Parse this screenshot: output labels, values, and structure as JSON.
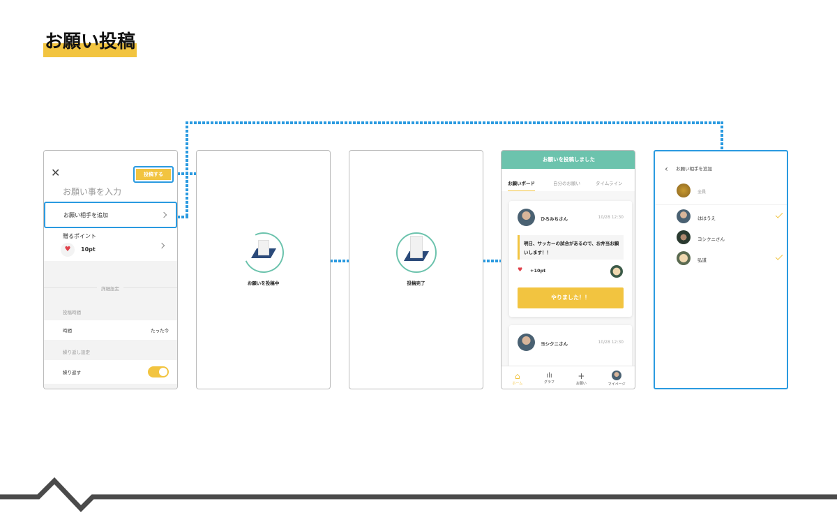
{
  "page_title": "お願い投稿",
  "colors": {
    "accent": "#f2c440",
    "highlight": "#2a9ae0",
    "teal": "#6cc3ad"
  },
  "screen1": {
    "post_button": "投稿する",
    "placeholder": "お願い事を入力",
    "add_partner": "お願い相手を追加",
    "points_label": "贈るポイント",
    "points_value": "10pt",
    "details_header": "詳細設定",
    "post_time_header": "投稿時間",
    "time_label": "時間",
    "time_value": "たった今",
    "repeat_header": "繰り返し設定",
    "repeat_label": "繰り返す",
    "repeat_on": true
  },
  "screen2": {
    "status": "お願いを投稿中"
  },
  "screen3": {
    "status": "投稿完了"
  },
  "screen4": {
    "banner": "お願いを投稿しました",
    "tabs": [
      "お願いボード",
      "自分のお願い",
      "タイムライン"
    ],
    "cards": [
      {
        "name": "ひろみちさん",
        "time": "10/28 12:30",
        "message": "明日、サッカーの試合があるので、お弁当お願いします！！",
        "points": "+10pt",
        "action": "やりました！！"
      },
      {
        "name": "ヨシクニさん",
        "time": "10/28 12:30"
      }
    ],
    "nav": [
      "ホーム",
      "グラフ",
      "お願い",
      "マイページ"
    ]
  },
  "screen5": {
    "title": "お願い相手を追加",
    "all": "全員",
    "people": [
      {
        "name": "ははうえ",
        "checked": true
      },
      {
        "name": "ヨシクニさん",
        "checked": false
      },
      {
        "name": "弘道",
        "checked": true
      }
    ]
  }
}
